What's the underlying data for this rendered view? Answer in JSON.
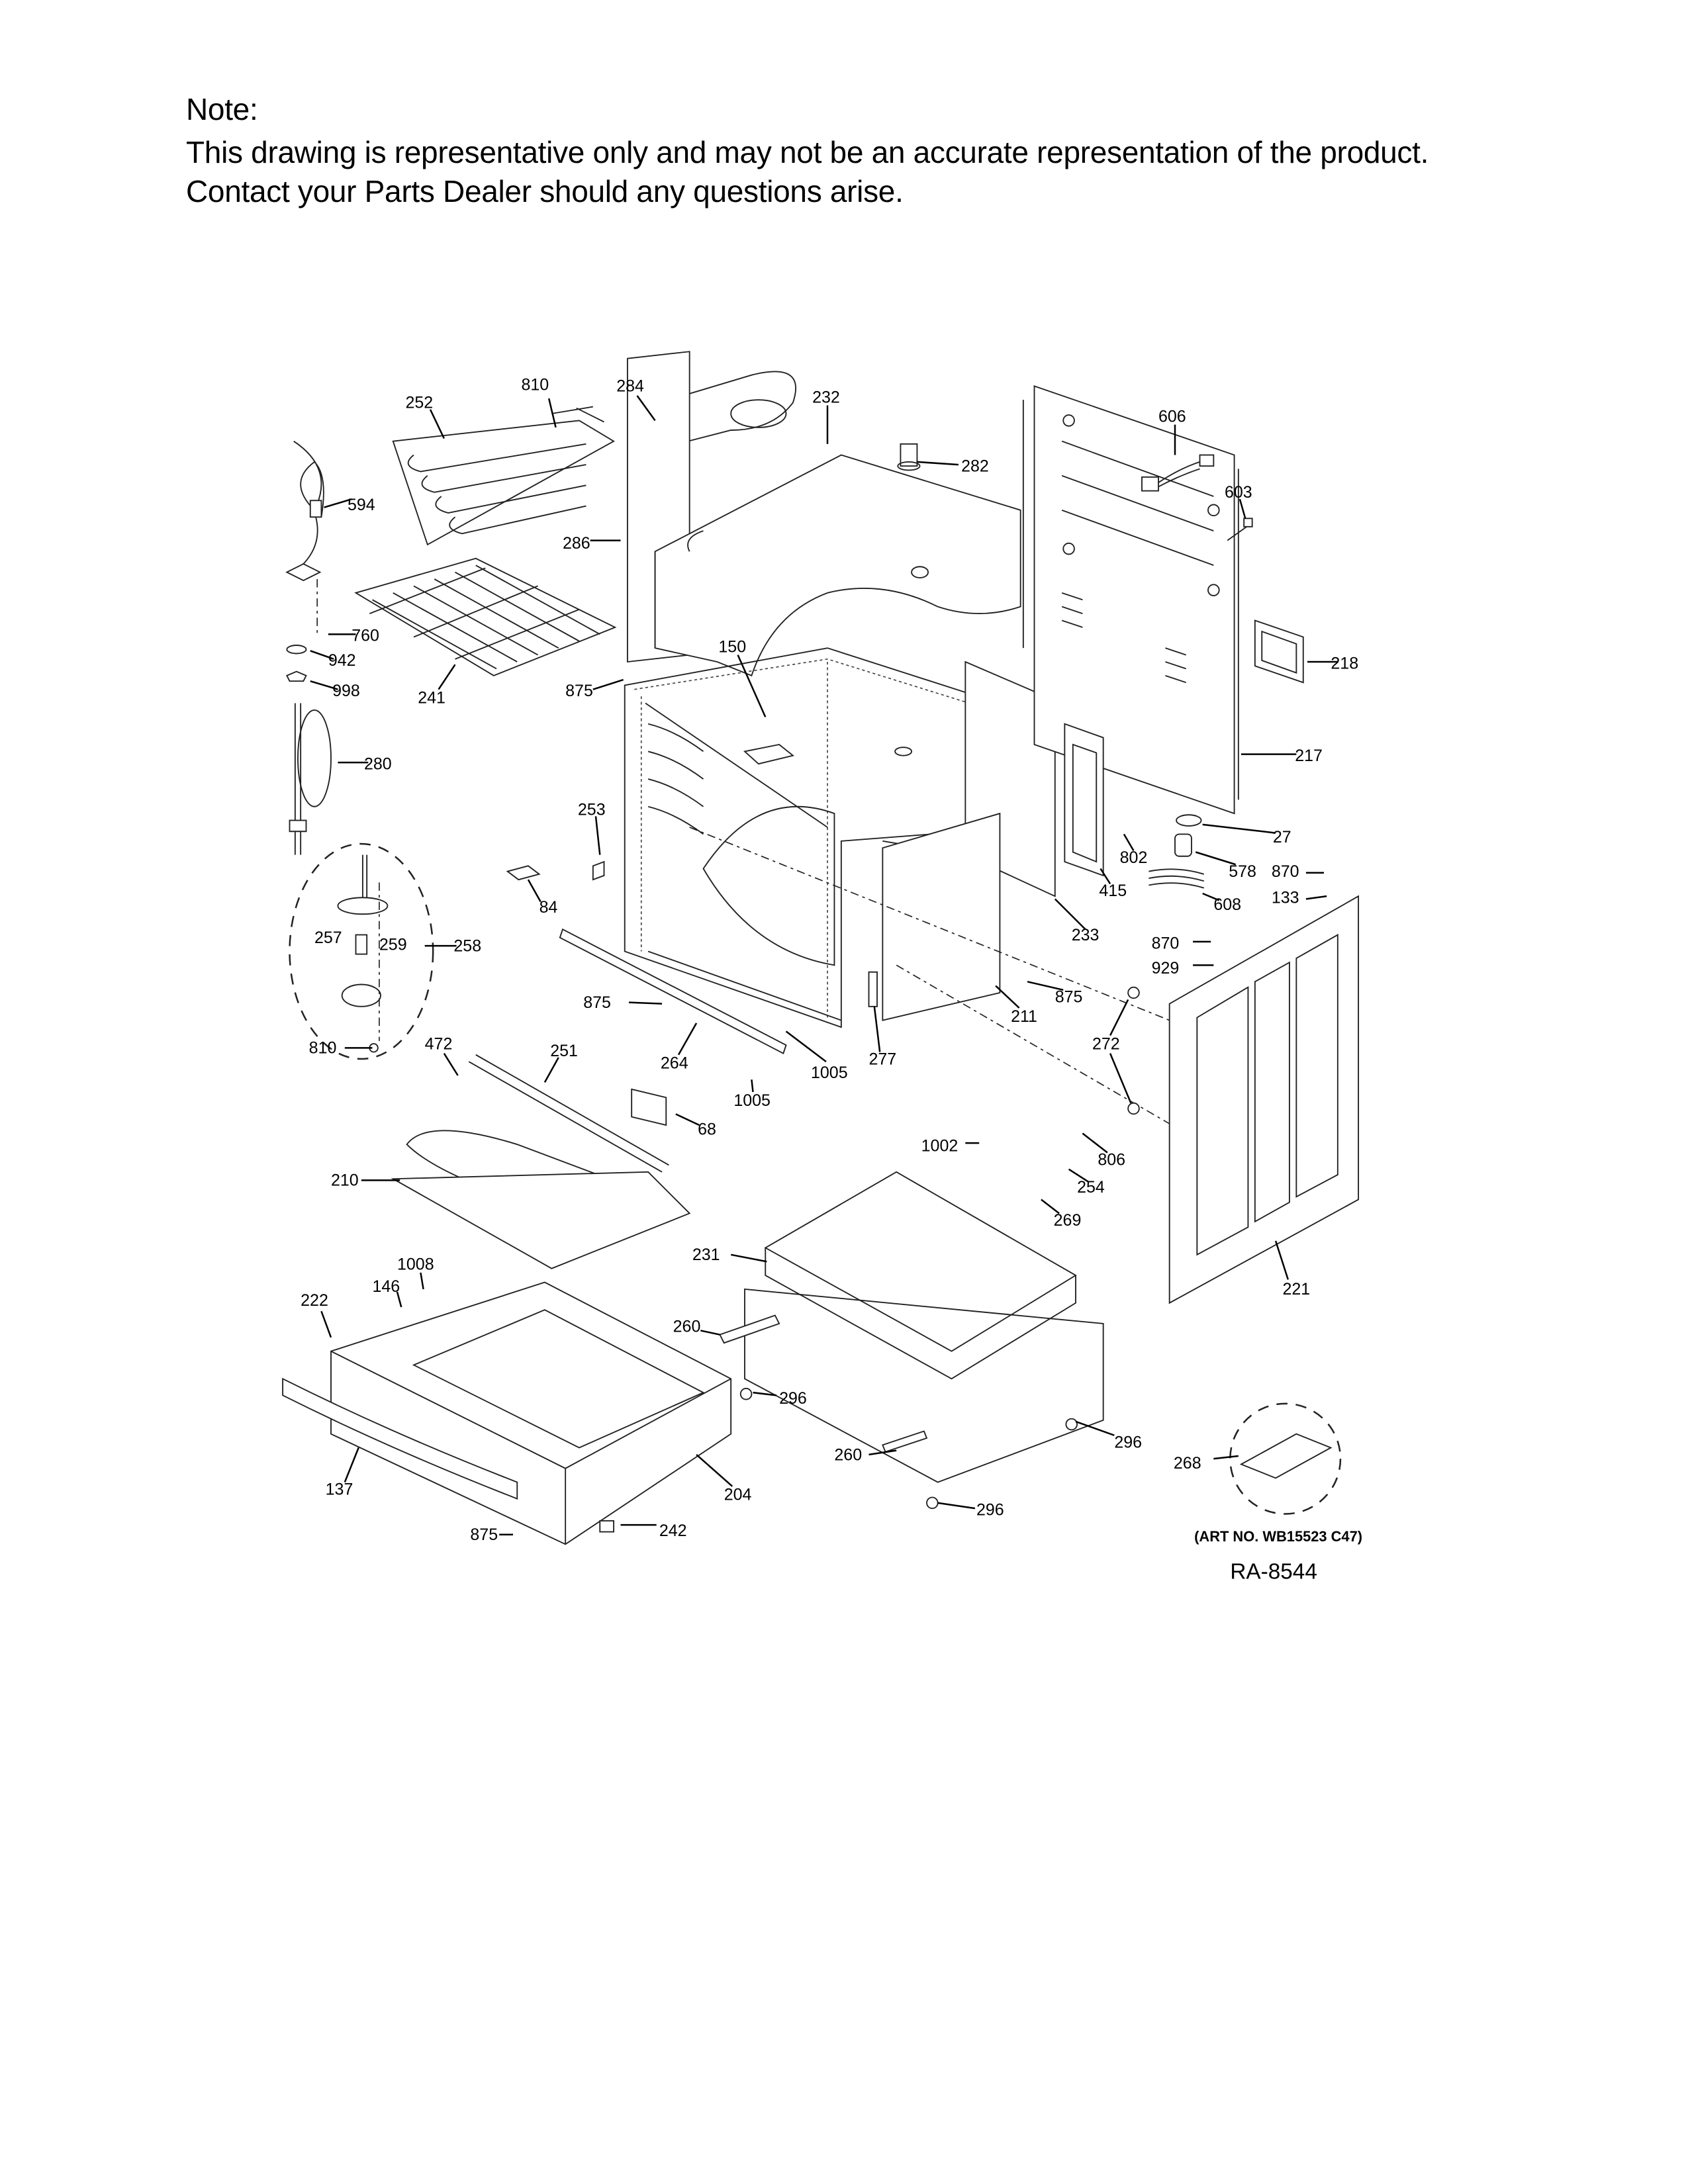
{
  "note": {
    "heading": "Note:",
    "line1": "This drawing is representative only and may not be an accurate representation of the product.",
    "line2": "Contact your Parts Dealer should any questions arise."
  },
  "callouts": [
    "252",
    "810",
    "284",
    "232",
    "606",
    "282",
    "603",
    "594",
    "286",
    "760",
    "942",
    "998",
    "241",
    "875",
    "150",
    "218",
    "280",
    "217",
    "253",
    "27",
    "802",
    "578",
    "870",
    "415",
    "608",
    "133",
    "84",
    "257",
    "259",
    "258",
    "233",
    "870",
    "929",
    "875",
    "875",
    "211",
    "272",
    "810",
    "472",
    "251",
    "264",
    "1005",
    "277",
    "1005",
    "68",
    "1002",
    "806",
    "254",
    "210",
    "269",
    "1008",
    "231",
    "222",
    "146",
    "221",
    "260",
    "296",
    "296",
    "260",
    "268",
    "137",
    "204",
    "296",
    "875",
    "242"
  ],
  "footer": {
    "art_number": "(ART NO. WB15523 C47)",
    "drawing_id": "RA-8544"
  }
}
